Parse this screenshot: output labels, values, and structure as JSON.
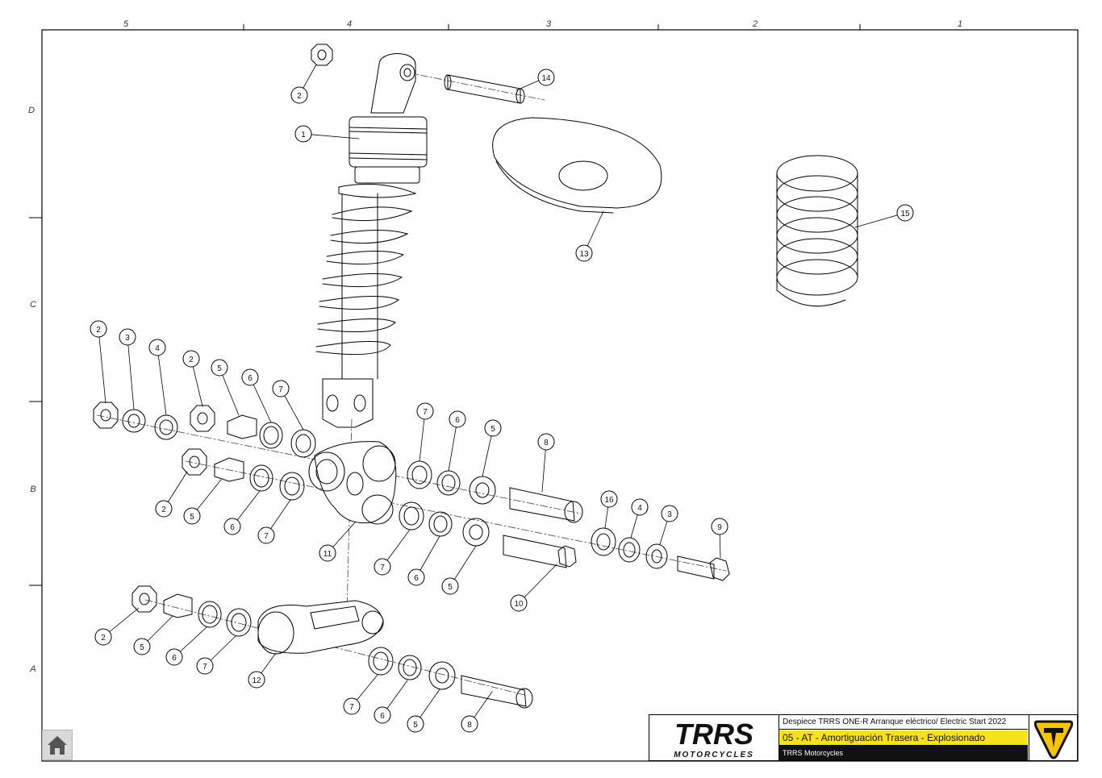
{
  "grid": {
    "columns": [
      "5",
      "4",
      "3",
      "2",
      "1"
    ],
    "rows": [
      "D",
      "C",
      "B",
      "A"
    ]
  },
  "callouts": [
    "2",
    "1",
    "14",
    "13",
    "15",
    "2",
    "3",
    "4",
    "2",
    "5",
    "6",
    "7",
    "7",
    "6",
    "5",
    "8",
    "2",
    "5",
    "6",
    "7",
    "11",
    "7",
    "6",
    "5",
    "10",
    "16",
    "4",
    "3",
    "9",
    "2",
    "5",
    "6",
    "7",
    "12",
    "7",
    "6",
    "5",
    "8"
  ],
  "title_block": {
    "logo_text": "TRRS",
    "logo_sub": "MOTORCYCLES",
    "line1": "Despiece TRRS ONE-R  Arranque eléctrico/ Electric Start 2022",
    "line2": "05 - AT - Amortiguación Trasera - Explosionado",
    "line3": "TRRS Motorcycles"
  },
  "colors": {
    "title_highlight": "#f6e21b",
    "footer_bar": "#111111",
    "logo": "#111111",
    "emblem": "#f6c400"
  },
  "icons": {
    "home": "home-icon"
  }
}
